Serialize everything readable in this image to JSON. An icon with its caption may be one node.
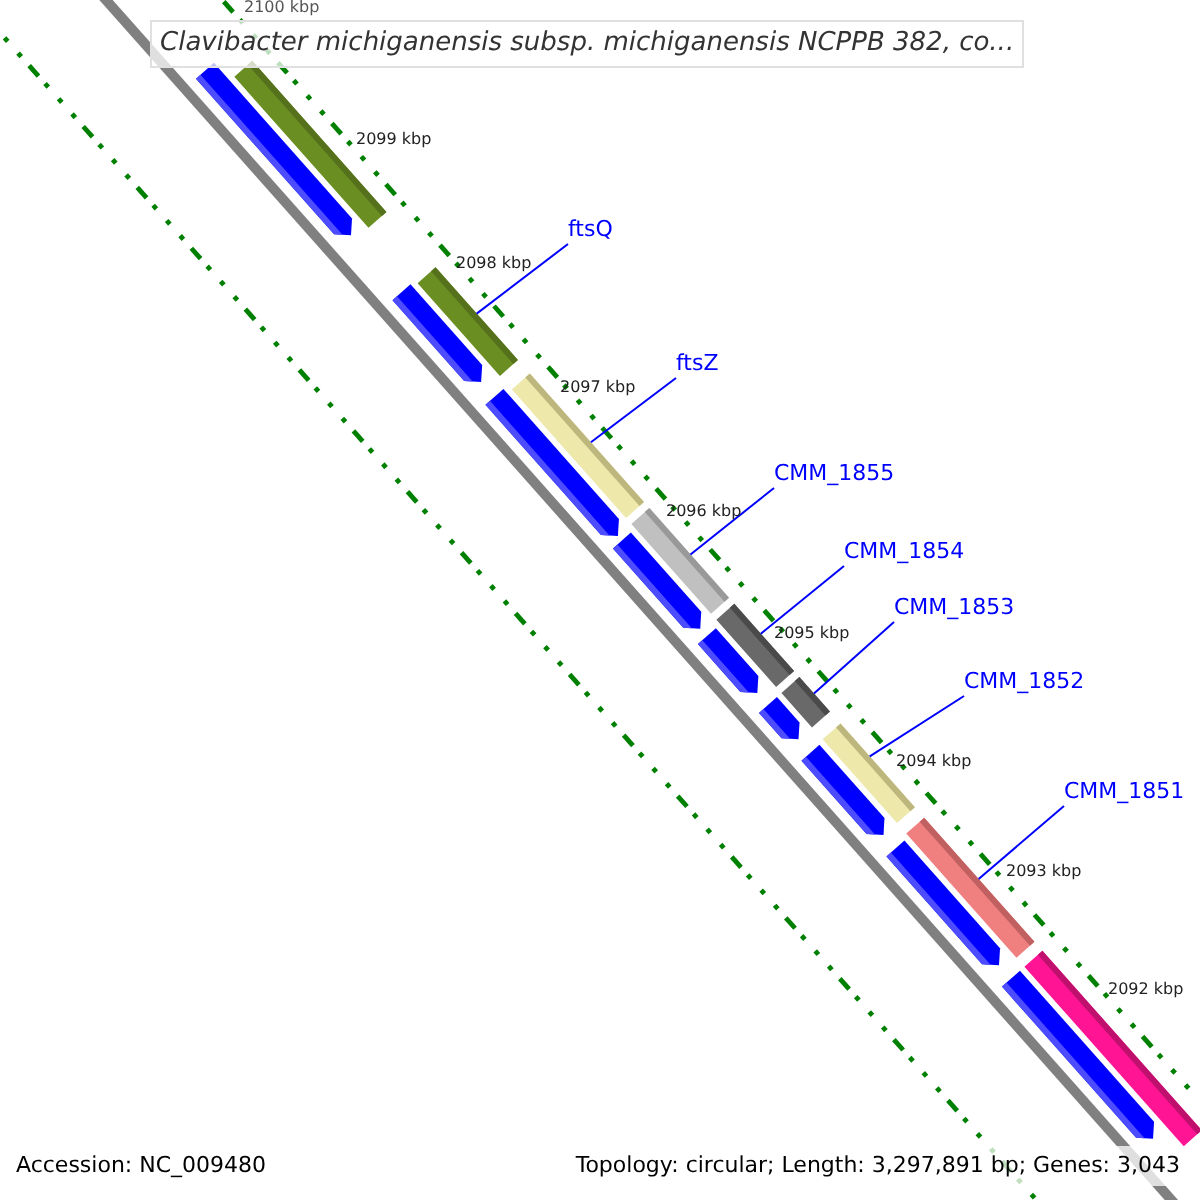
{
  "diagram": {
    "title": "Clavibacter michiganensis subsp. michiganensis NCPPB 382, co...",
    "nodes": [
      {
        "text": [
          "ftsQ"
        ]
      },
      {
        "text": [
          "ftsZ"
        ]
      },
      {
        "text": [
          "CMM_1855"
        ]
      },
      {
        "text": [
          "CMM_1854"
        ]
      },
      {
        "text": [
          "CMM_1853"
        ]
      },
      {
        "text": [
          "CMM_1852"
        ]
      },
      {
        "text": [
          "CMM_1851"
        ]
      },
      {
        "text": [],
        "shape": "bar"
      },
      {
        "text": [],
        "shape": "bar"
      },
      {
        "text": [],
        "shape": "bar"
      },
      {
        "text": [],
        "shape": "bar"
      },
      {
        "text": [],
        "shape": "bar"
      },
      {
        "text": [],
        "shape": "bar"
      },
      {
        "text": [],
        "shape": "bar"
      },
      {
        "text": [],
        "shape": "bar"
      },
      {
        "text": [],
        "shape": "bar"
      },
      {
        "text": [],
        "shape": "arrow"
      },
      {
        "text": [],
        "shape": "arrow"
      },
      {
        "text": [],
        "shape": "arrow"
      },
      {
        "text": [],
        "shape": "arrow"
      },
      {
        "text": [],
        "shape": "arrow"
      },
      {
        "text": [],
        "shape": "arrow"
      },
      {
        "text": [],
        "shape": "arrow"
      },
      {
        "text": [],
        "shape": "arrow"
      },
      {
        "text": [],
        "shape": "arrow"
      }
    ],
    "edges": [
      {
        "from": 0,
        "to": 8,
        "arrow": "none"
      },
      {
        "from": 1,
        "to": 9,
        "arrow": "none"
      },
      {
        "from": 2,
        "to": 10,
        "arrow": "none"
      },
      {
        "from": 3,
        "to": 11,
        "arrow": "none"
      },
      {
        "from": 4,
        "to": 12,
        "arrow": "none"
      },
      {
        "from": 5,
        "to": 13,
        "arrow": "none"
      },
      {
        "from": 6,
        "to": 14,
        "arrow": "none"
      }
    ],
    "labels": [
      "2100 kbp",
      "2099 kbp",
      "2098 kbp",
      "2097 kbp",
      "2096 kbp",
      "2095 kbp",
      "2094 kbp",
      "2093 kbp",
      "2092 kbp",
      "Accession: NC_009480",
      "Topology: circular; Length: 3,297,891 bp; Genes: 3,043"
    ]
  }
}
